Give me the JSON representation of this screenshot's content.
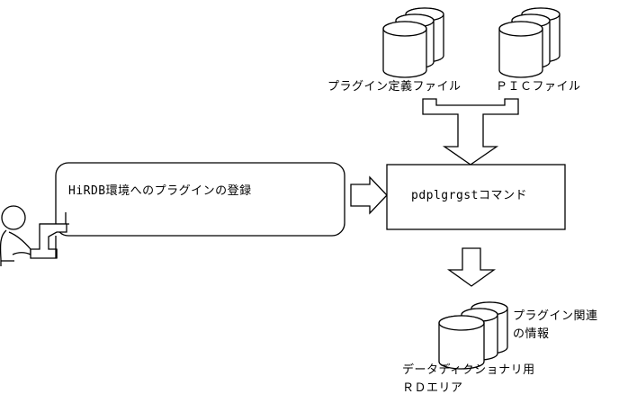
{
  "diagram": {
    "title": "HiRDB plugin registration flow",
    "colors": {
      "stroke": "#000000",
      "fill": "#ffffff",
      "background": "#ffffff"
    },
    "nodes": {
      "actor": {
        "name": "operator-at-terminal",
        "label": ""
      },
      "process_box": {
        "label": "HiRDB環境へのプラグインの登録"
      },
      "command_box": {
        "label": "pdplgrgstコマンド"
      },
      "plugin_def_file": {
        "label": "プラグイン定義ファイル"
      },
      "pic_file": {
        "label": "ＰＩＣファイル"
      },
      "rd_area": {
        "label": "データディクショナリ用\nＲＤエリア",
        "line1": "データディクショナリ用",
        "line2": "ＲＤエリア"
      },
      "plugin_info": {
        "label": "プラグイン関連\nの情報",
        "line1": "プラグイン関連",
        "line2": "の情報"
      }
    },
    "connectors": [
      {
        "name": "files-to-command-arrow",
        "direction": "down",
        "from": [
          "plugin_def_file",
          "pic_file"
        ],
        "to": "command_box"
      },
      {
        "name": "process-to-command-arrow",
        "direction": "right",
        "from": "process_box",
        "to": "command_box"
      },
      {
        "name": "command-to-rdarea-arrow",
        "direction": "down",
        "from": "command_box",
        "to": "rd_area"
      },
      {
        "name": "actor-to-process-line",
        "direction": "right",
        "from": "actor",
        "to": "process_box"
      }
    ]
  }
}
